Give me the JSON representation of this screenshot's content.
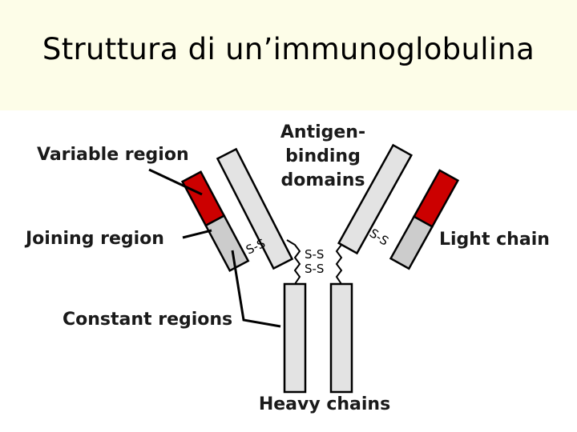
{
  "slide": {
    "title": "Struttura di un’immunoglobulina"
  },
  "labels": {
    "variable_region": "Variable region",
    "joining_region": "Joining region",
    "constant_regions": "Constant regions",
    "antigen_binding_line1": "Antigen-",
    "antigen_binding_line2": "binding",
    "antigen_binding_line3": "domains",
    "light_chain": "Light chain",
    "heavy_chains": "Heavy chains"
  },
  "bonds": {
    "left_arm": "S-S",
    "right_arm": "S-S",
    "hinge_top": "S-S",
    "hinge_bottom": "S-S"
  },
  "colors": {
    "background_band": "#fdfde8",
    "variable_region": "#cc0000",
    "constant_region": "#cccccc",
    "heavy_chain": "#e3e3e3",
    "outline": "#000000"
  }
}
